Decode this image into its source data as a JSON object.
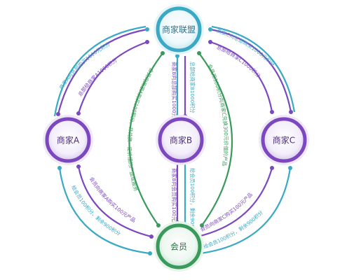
{
  "nodes": {
    "alliance": {
      "label": "商家联盟",
      "color": "#39a9c4"
    },
    "a": {
      "label": "商家A",
      "color": "#7b48c0"
    },
    "b": {
      "label": "商家B",
      "color": "#7b48c0"
    },
    "c": {
      "label": "商家C",
      "color": "#7b48c0"
    },
    "member": {
      "label": "会员",
      "color": "#3a9a5c"
    }
  },
  "edges": {
    "a_to_alliance_outer": "商家A向总部购买1000元积分",
    "a_to_alliance_inner": "总部给商家A1000积分",
    "alliance_to_c_outer": "商家C向总部购买1000元积分",
    "alliance_to_c_inner": "总部给商家C1000积分",
    "a_to_member_inner": "会员向商家A购买100元产品",
    "a_to_member_outer": "给会员100积分，剩余900积分",
    "member_to_c_inner": "会员向商家C购买100元产品",
    "member_to_c_outer": "给会员100积分，剩余900积分",
    "b_alliance_left": "商家B向总部购买1000元积分",
    "b_alliance_right": "总部给商家B1000积分",
    "b_member_left": "商家B向会员购买100元产品",
    "b_member_right": "给会员100积分，剩余900积分",
    "big_left": "会员向商家A购买100积分，并兑换一定价值的产品或服务",
    "big_right": "会员用300积分向商家C兑换300元价值的产品"
  },
  "colors": {
    "purple": "#7b48c0",
    "blue": "#39a9c4",
    "green": "#3a9a5c"
  }
}
